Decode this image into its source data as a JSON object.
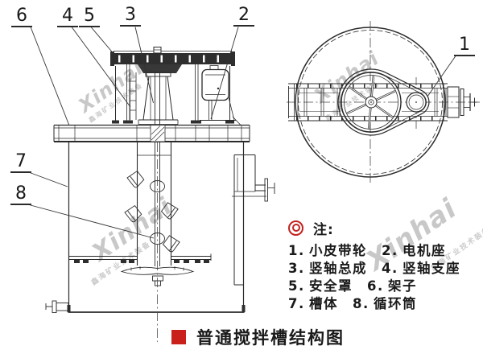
{
  "figure": {
    "caption": "普通搅拌槽结构图",
    "note_title": "注:",
    "colors": {
      "accent_red": "#c9201b",
      "line": "#2a2a2a"
    }
  },
  "callouts": {
    "c1": "1",
    "c2": "2",
    "c3": "3",
    "c4": "4",
    "c5": "5",
    "c6": "6",
    "c7": "7",
    "c8": "8"
  },
  "legend": {
    "items": [
      {
        "no": "1.",
        "label": "小皮带轮"
      },
      {
        "no": "2.",
        "label": "电机座"
      },
      {
        "no": "3.",
        "label": "竖轴总成"
      },
      {
        "no": "4.",
        "label": "竖轴支座"
      },
      {
        "no": "5.",
        "label": "安全罩"
      },
      {
        "no": "6.",
        "label": "架子"
      },
      {
        "no": "7.",
        "label": "槽体"
      },
      {
        "no": "8.",
        "label": "循环筒"
      }
    ]
  },
  "watermark": {
    "latin": "Xinhai",
    "cn": "鑫海矿业技术装备"
  }
}
